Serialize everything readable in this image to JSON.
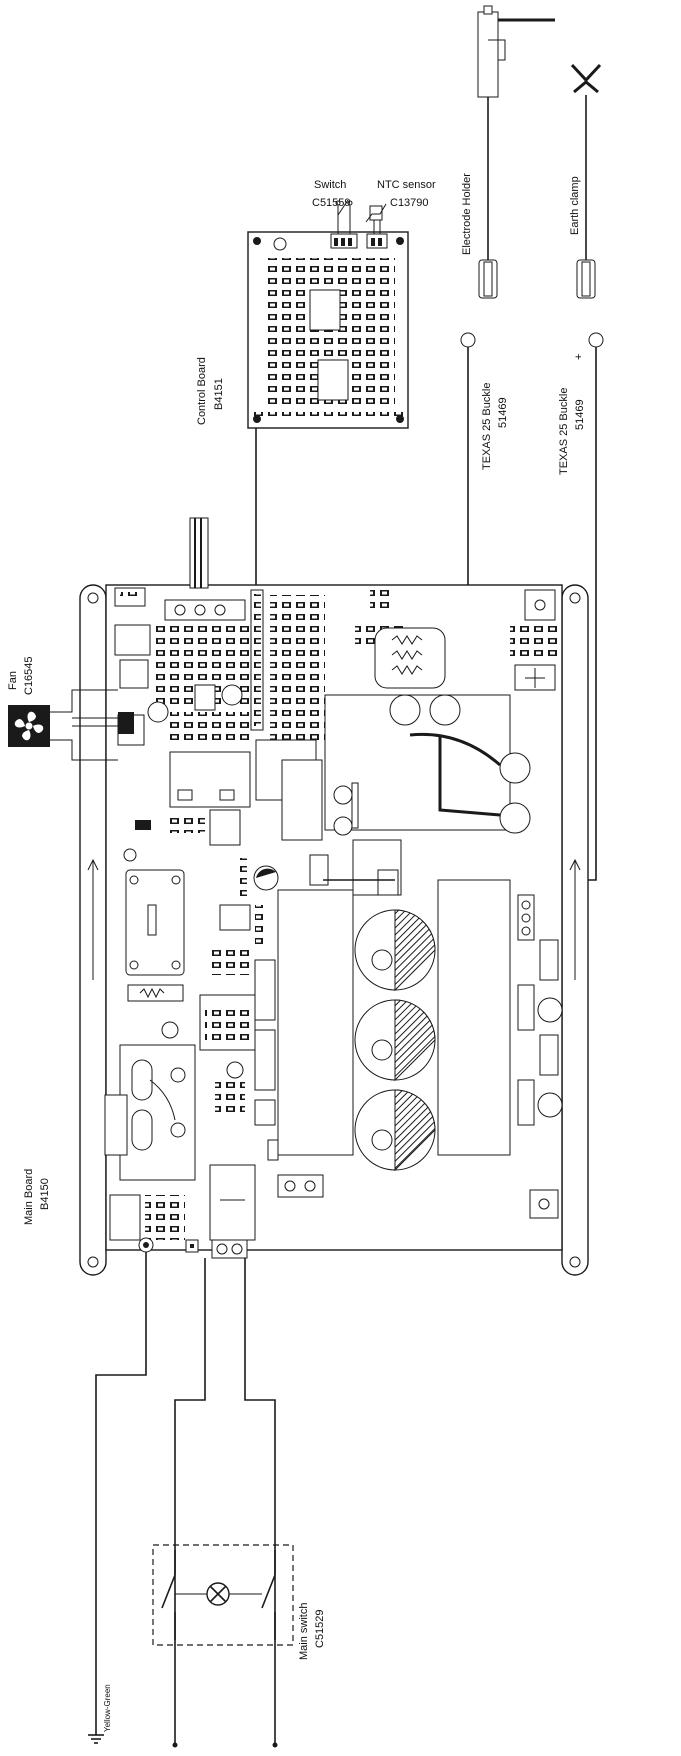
{
  "labels": {
    "switch_name": "Switch",
    "switch_code": "C51559",
    "ntc_name": "NTC sensor",
    "ntc_code": "C13790",
    "control_board_name": "Control Board",
    "control_board_code": "B4151",
    "electrode_holder": "Electrode Holder",
    "earth_clamp": "Earth clamp",
    "buckle1_name": "TEXAS 25 Buckle",
    "buckle1_code": "51469",
    "buckle2_name": "TEXAS 25 Buckle",
    "buckle2_code": "51469",
    "plus_sign": "+",
    "fan_name": "Fan",
    "fan_code": "C16545",
    "main_board_name": "Main Board",
    "main_board_code": "B4150",
    "main_switch_name": "Main switch",
    "main_switch_code": "C51529",
    "yellow_green": "Yellow-Green"
  },
  "colors": {
    "line": "#1a1a1a",
    "background": "#ffffff"
  },
  "icons": [
    "fan-icon",
    "electrode-holder-icon",
    "earth-clamp-icon",
    "lamp-icon",
    "ground-icon",
    "ntc-icon",
    "switch-icon"
  ]
}
